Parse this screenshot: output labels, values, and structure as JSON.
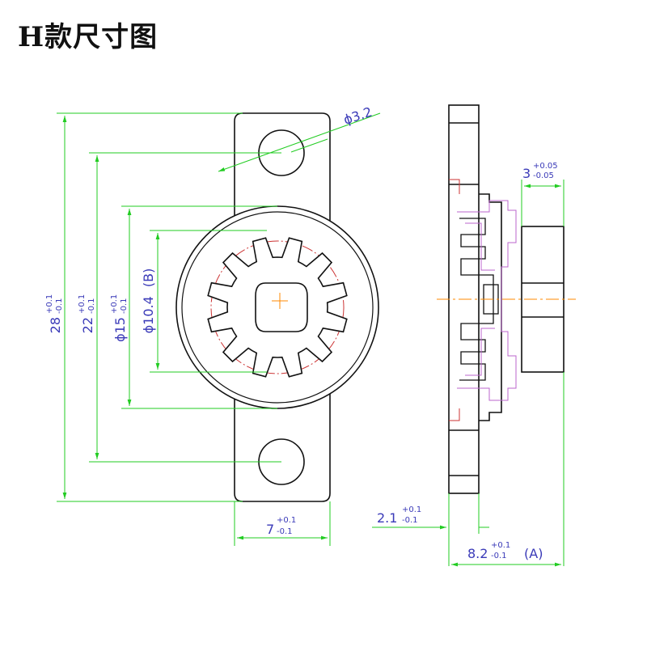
{
  "title": "H款尺寸图",
  "colors": {
    "outline": "#111111",
    "dimension": "#22cc22",
    "text": "#3a3ab8",
    "hidden": "#bb66cc",
    "center": "#ff8800",
    "pitch": "#cc3333"
  },
  "dimensions": {
    "hole_dia": "ϕ3.2",
    "total_height": {
      "value": "28",
      "tol_upper": "+0.1",
      "tol_lower": "-0.1"
    },
    "hole_spacing": {
      "value": "22",
      "tol_upper": "+0.1",
      "tol_lower": "-0.1"
    },
    "outer_dia": {
      "value": "ϕ15",
      "tol_upper": "+0.1",
      "tol_lower": "-0.1"
    },
    "gear_dia": {
      "value": "ϕ10.4",
      "note": "(B)"
    },
    "flange_width": {
      "value": "7",
      "tol_upper": "+0.1",
      "tol_lower": "-0.1"
    },
    "shaft_width": {
      "value": "3",
      "tol_upper": "+0.05",
      "tol_lower": "-0.05"
    },
    "base_thickness": {
      "value": "2.1",
      "tol_upper": "+0.1",
      "tol_lower": "-0.1"
    },
    "total_depth": {
      "value": "8.2",
      "tol_upper": "+0.1",
      "tol_lower": "-0.1",
      "note": "(A)"
    }
  }
}
